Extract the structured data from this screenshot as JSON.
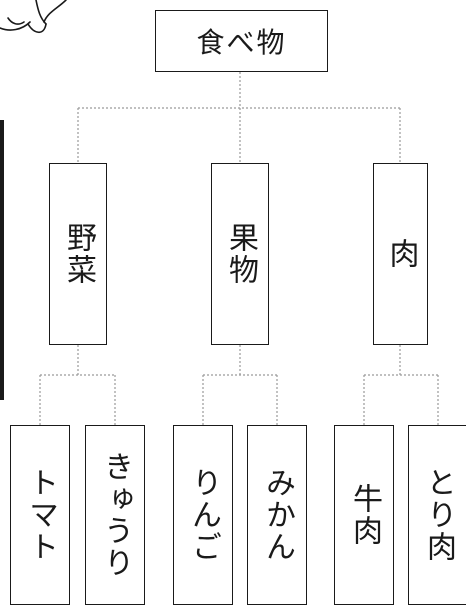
{
  "root": {
    "label": "食べ物"
  },
  "categories": [
    {
      "id": "vegetables",
      "label": "野菜",
      "items": [
        {
          "id": "tomato",
          "label": "トマト"
        },
        {
          "id": "cucumber",
          "label": "きゅうり"
        }
      ]
    },
    {
      "id": "fruits",
      "label": "果物",
      "items": [
        {
          "id": "apple",
          "label": "りんご"
        },
        {
          "id": "mandarin",
          "label": "みかん"
        }
      ]
    },
    {
      "id": "meat",
      "label": "肉",
      "items": [
        {
          "id": "beef",
          "label": "牛肉"
        },
        {
          "id": "chicken",
          "label": "とり肉"
        }
      ]
    }
  ],
  "colors": {
    "ink": "#1a1a1a",
    "connector": "#9a9a9a",
    "background": "#ffffff"
  },
  "decorations": {
    "top_left": "hand-drawn-sketch",
    "left_edge": "vertical-bar"
  }
}
